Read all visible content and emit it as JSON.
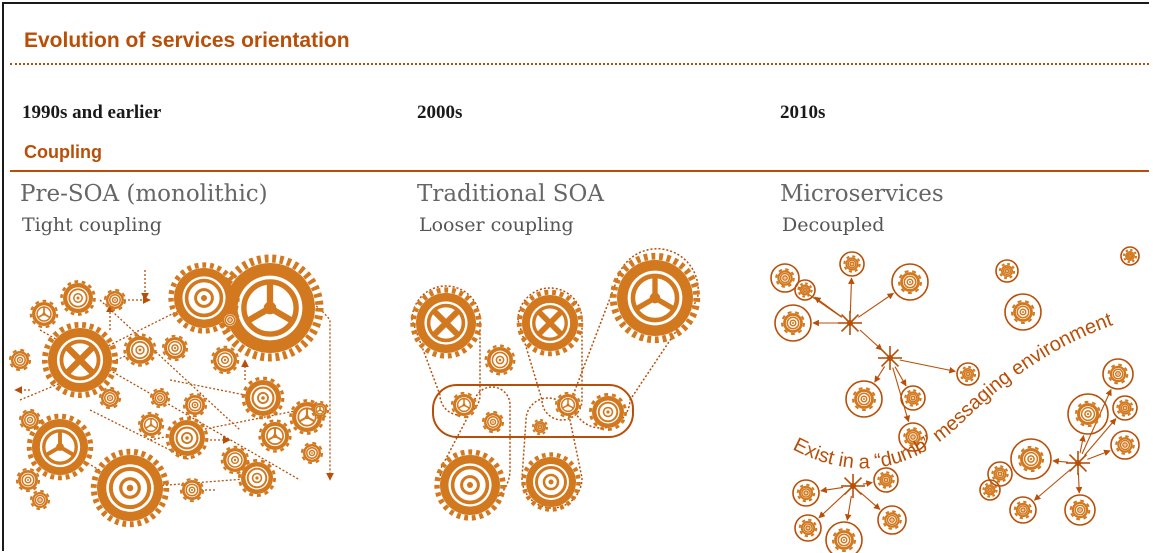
{
  "header": {
    "title": "Evolution of services orientation"
  },
  "eras": [
    "1990s and earlier",
    "2000s",
    "2010s"
  ],
  "section": {
    "label": "Coupling"
  },
  "columns": [
    {
      "title": "Pre-SOA (monolithic)",
      "subtitle": "Tight coupling"
    },
    {
      "title": "Traditional SOA",
      "subtitle": "Looser coupling"
    },
    {
      "title": "Microservices",
      "subtitle": "Decoupled"
    }
  ],
  "annotation": {
    "text": "Exist in a “dumb” messaging environment"
  },
  "colors": {
    "accent": "#b84f08",
    "gear": "#d2781e"
  }
}
